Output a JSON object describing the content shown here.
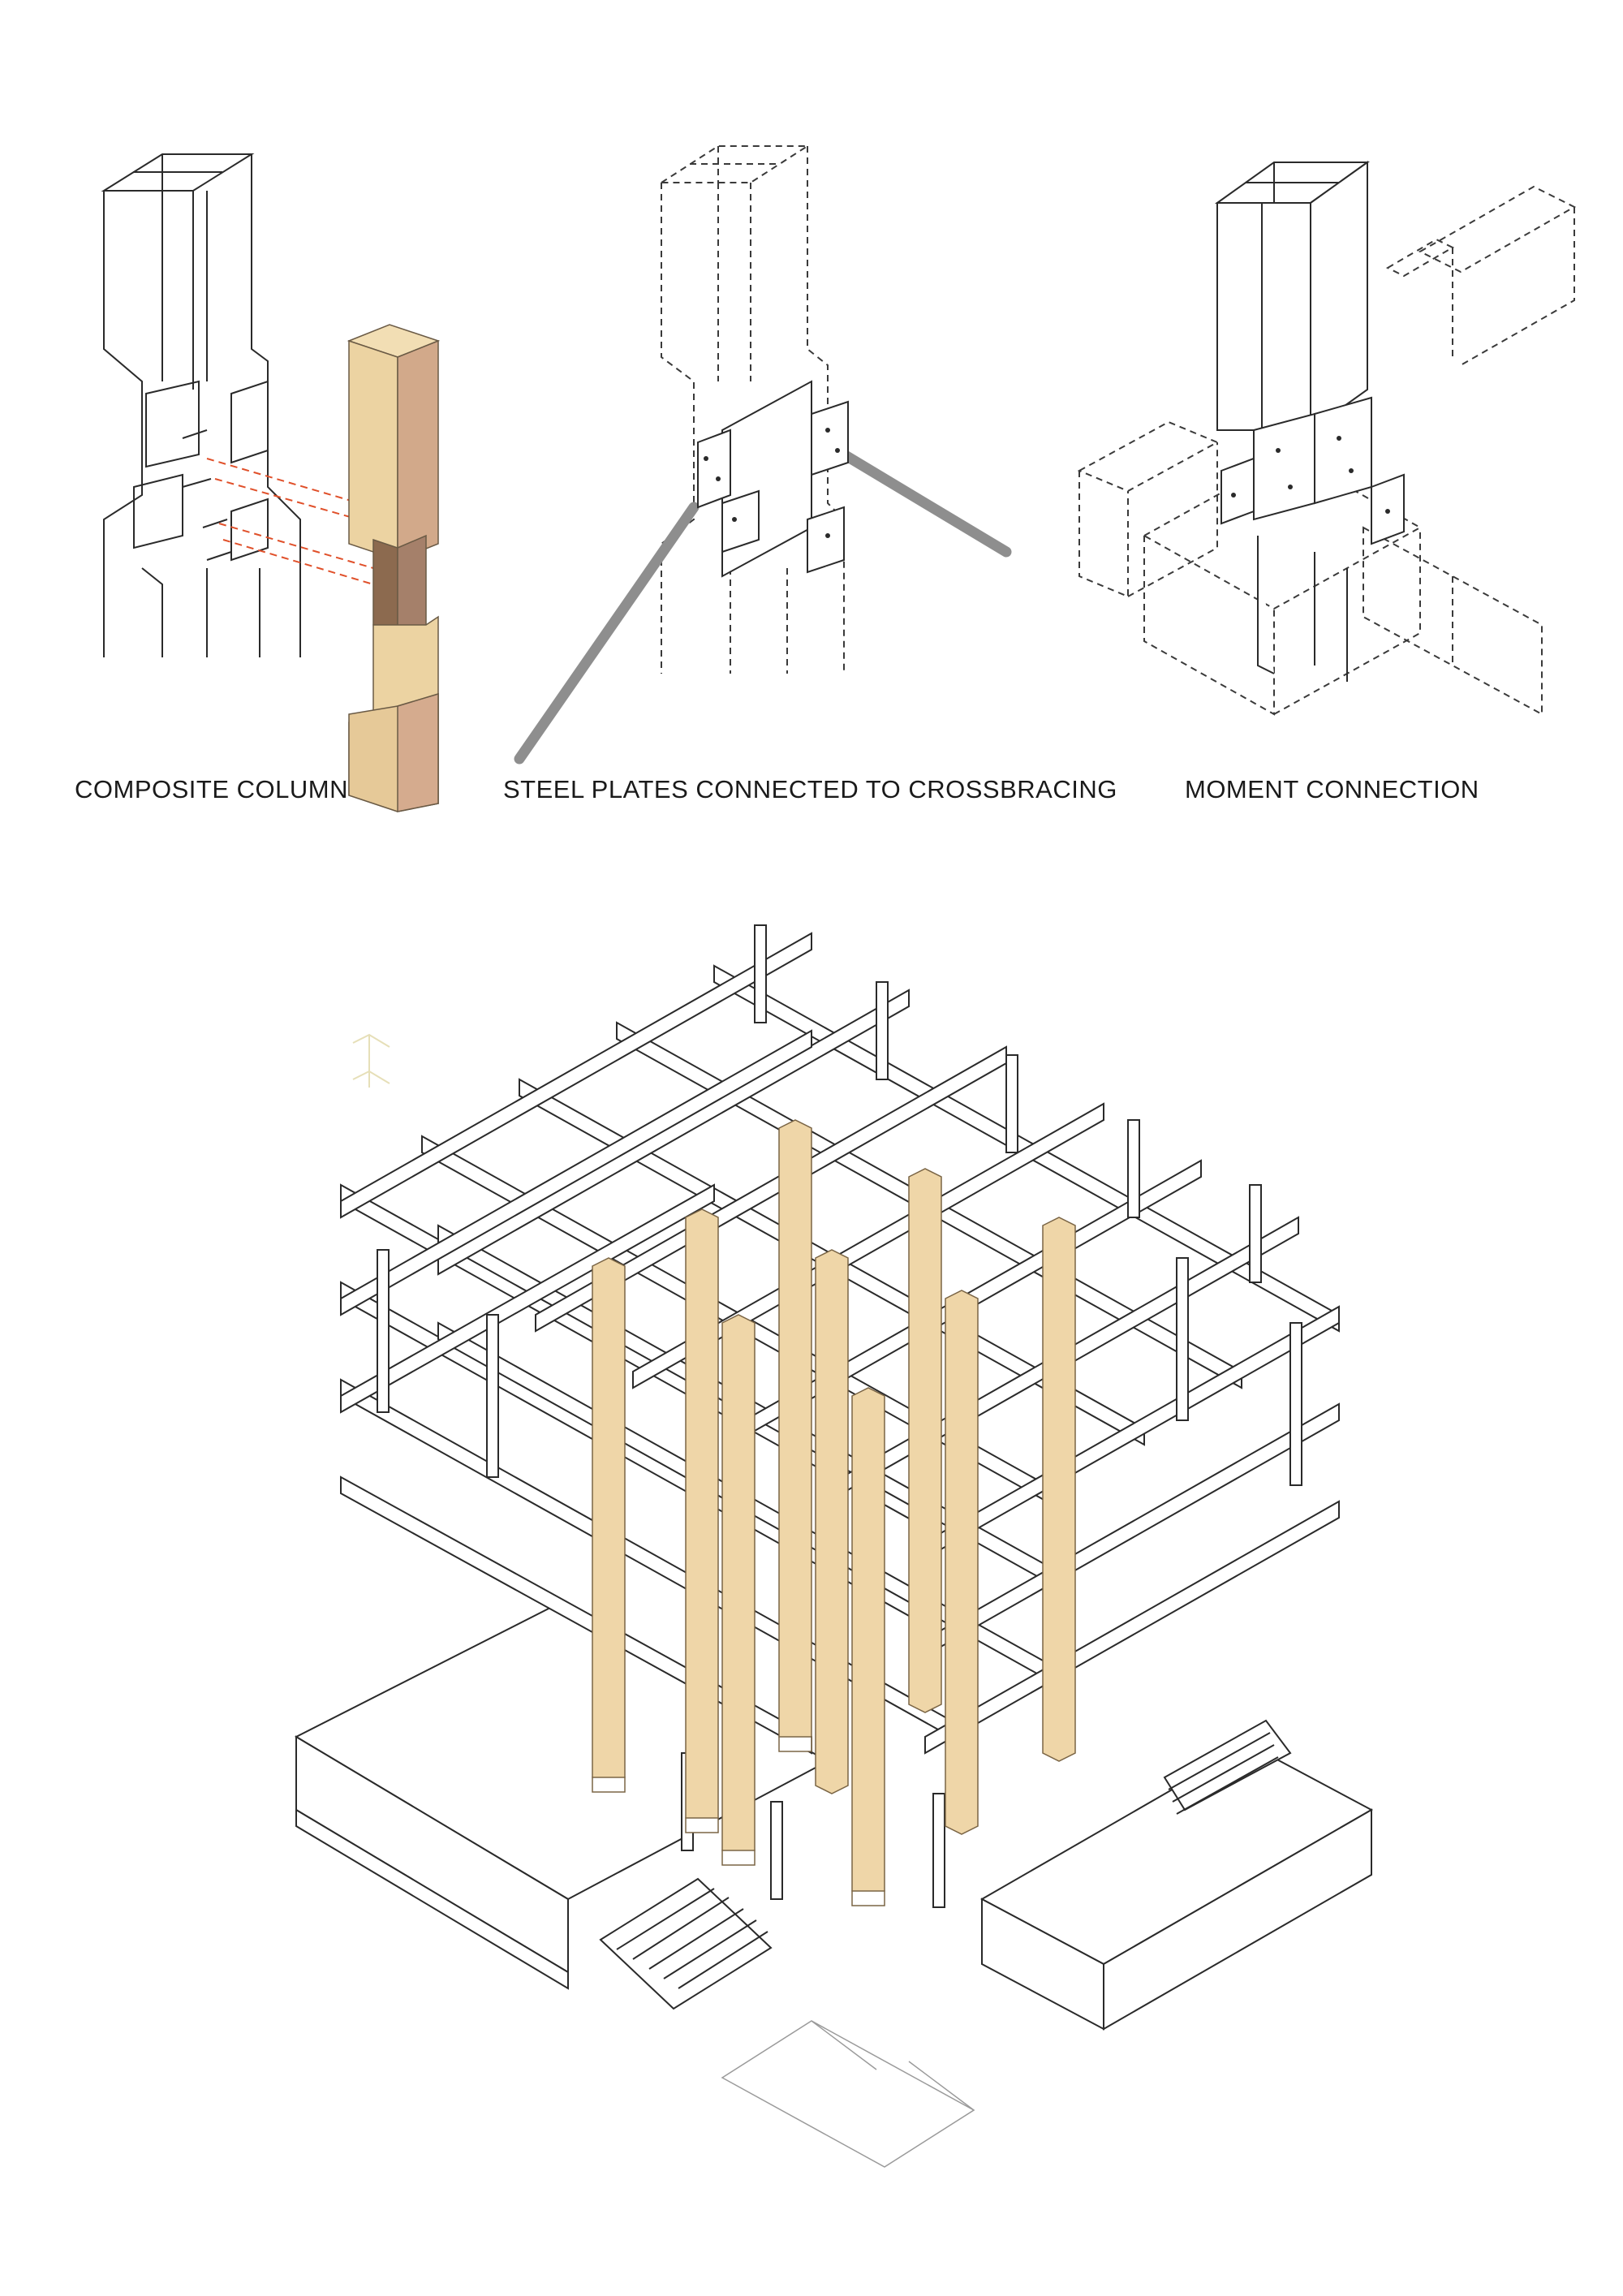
{
  "captions": {
    "composite_column": "COMPOSITE COLUMN",
    "steel_plates": "STEEL PLATES CONNECTED TO CROSSBRACING",
    "moment_connection": "MOMENT CONNECTION"
  },
  "colors": {
    "line": "#2a2a2a",
    "timber": "#eed6a8",
    "timber_dark": "#d9b98a",
    "brace": "#8e8e8e",
    "arrow": "#e0502a"
  }
}
